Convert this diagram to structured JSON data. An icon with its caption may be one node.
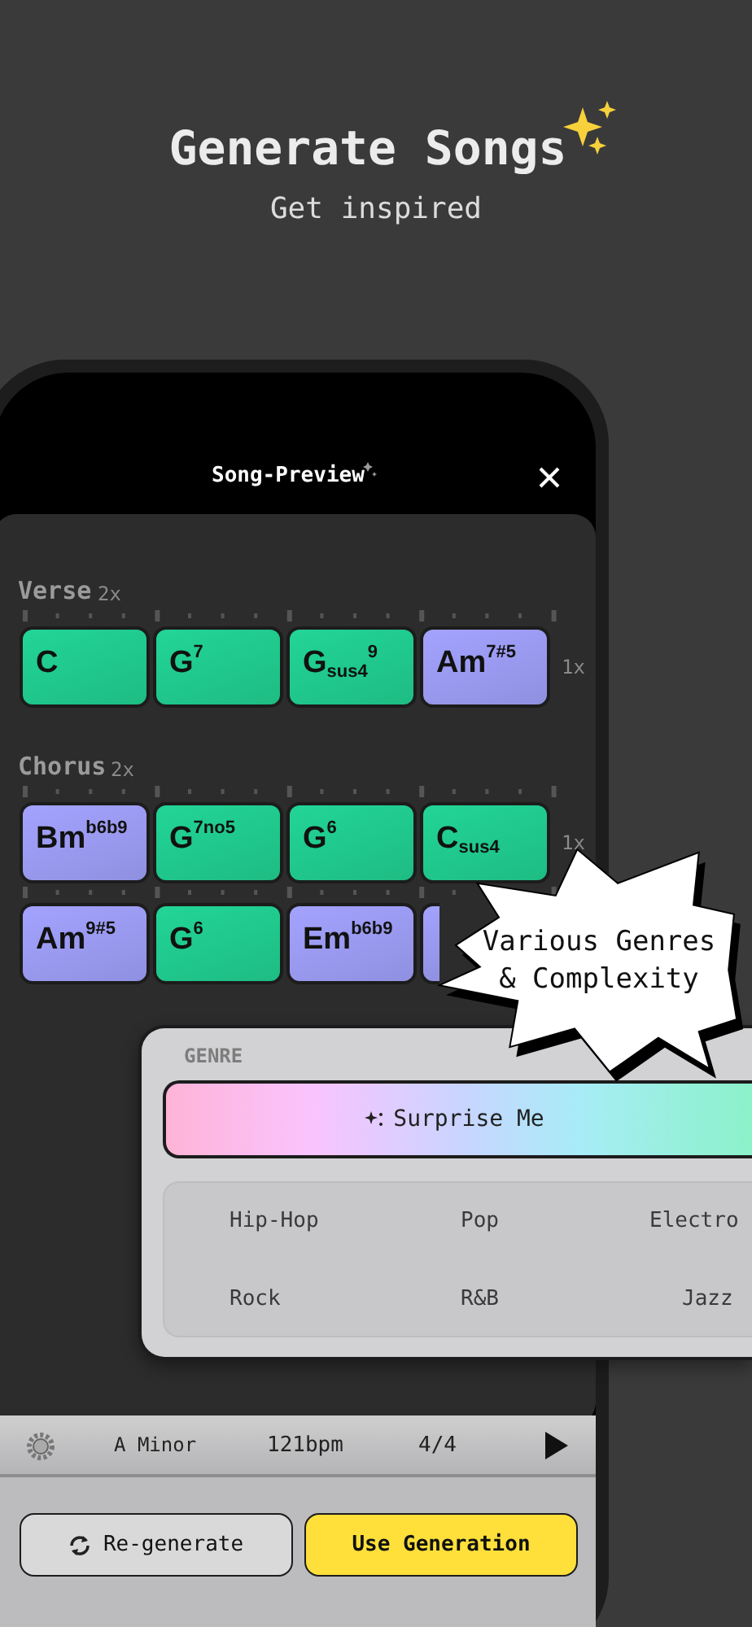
{
  "diagram": {
    "title": "Generate Songs",
    "nodes": [
      {
        "text": [
          "C"
        ]
      },
      {
        "text": [
          "G$^{7}$"
        ]
      },
      {
        "text": [
          "G$_{sus4}$$^{9}$"
        ]
      },
      {
        "text": [
          "Am$^{7#5}$"
        ],
        "beside": [
          "1x"
        ]
      },
      {
        "text": [
          "Bm$^{b6b9}$"
        ]
      },
      {
        "text": [
          "G$^{7no5}$"
        ]
      },
      {
        "text": [
          "G$^{6}$"
        ]
      },
      {
        "text": [
          "C$_{sus4}$"
        ],
        "beside": [
          "1x"
        ]
      },
      {
        "text": [
          "Am$^{9#5}$"
        ]
      },
      {
        "text": [
          "G$^{6}$"
        ]
      },
      {
        "text": [
          "Em$^{b6b9}$"
        ]
      },
      {
        "text": [],
        "shape": "box"
      },
      {
        "text": [
          "Various Genres & Complexity"
        ]
      },
      {
        "text": [
          "GENRE"
        ]
      },
      {
        "text": [
          "Surprise Me"
        ],
        "in": 13
      },
      {
        "text": [
          "Hip-Hop",
          "Pop",
          "Electro",
          "Rock",
          "R&B",
          "Jazz"
        ],
        "in": 13
      },
      {
        "text": [
          "A Minor",
          "121bpm",
          "4/4"
        ]
      },
      {
        "text": [
          "Re-generate"
        ]
      },
      {
        "text": [
          "Use Generation"
        ]
      }
    ],
    "labels": [
      "Get inspired",
      "Song-Preview",
      "Verse",
      "2x",
      "Chorus",
      "2x"
    ]
  }
}
